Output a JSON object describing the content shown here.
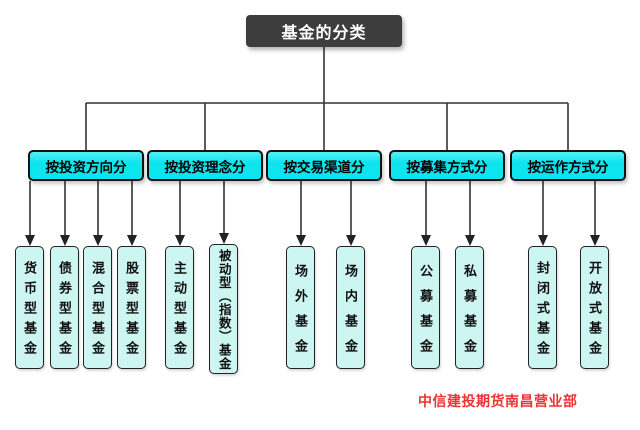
{
  "diagram": {
    "title": "基金的分类",
    "categories": [
      {
        "label": "按投资方向分",
        "children": [
          "货币型基金",
          "债券型基金",
          "混合型基金",
          "股票型基金"
        ]
      },
      {
        "label": "按投资理念分",
        "children": [
          "主动型基金",
          "被动型（指数）基金"
        ]
      },
      {
        "label": "按交易渠道分",
        "children": [
          "场外基金",
          "场内基金"
        ]
      },
      {
        "label": "按募集方式分",
        "children": [
          "公募基金",
          "私募基金"
        ]
      },
      {
        "label": "按运作方式分",
        "children": [
          "封闭式基金",
          "开放式基金"
        ]
      }
    ],
    "footer": "中信建投期货南昌营业部",
    "colors": {
      "title_bg": "#3d3d3d",
      "title_text": "#ffffff",
      "category_fill": "#0ce4ee",
      "leaf_fill": "#cdf5f1",
      "border": "#111111",
      "connector_line": "#333333",
      "footer_text": "#ed3232",
      "background": "#ffffff"
    }
  }
}
